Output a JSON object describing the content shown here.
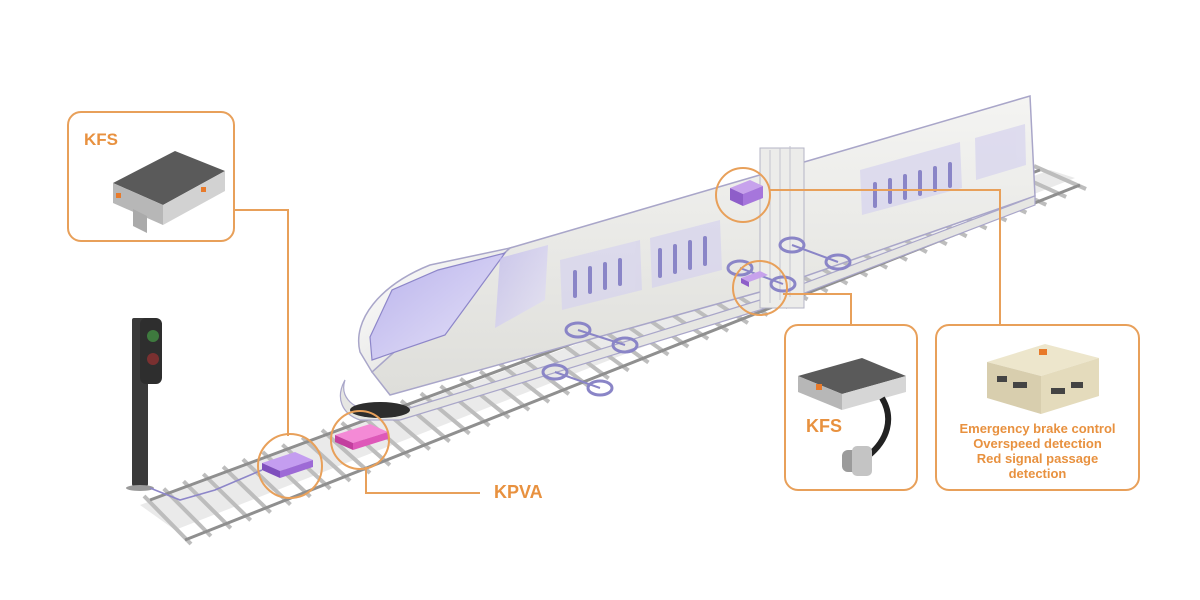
{
  "labels": {
    "kfs_top": "KFS",
    "kfs_mid": "KFS",
    "kpva": "KPVA"
  },
  "features": [
    "Emergency brake control",
    "Overspeed detection",
    "Red signal passage",
    "detection"
  ],
  "colors": {
    "accent": "#e8a05a",
    "label": "#e8913f",
    "purple_device": "#9b6fd0",
    "pink_device": "#e05bbf",
    "train_window": "#c9c3ef"
  }
}
